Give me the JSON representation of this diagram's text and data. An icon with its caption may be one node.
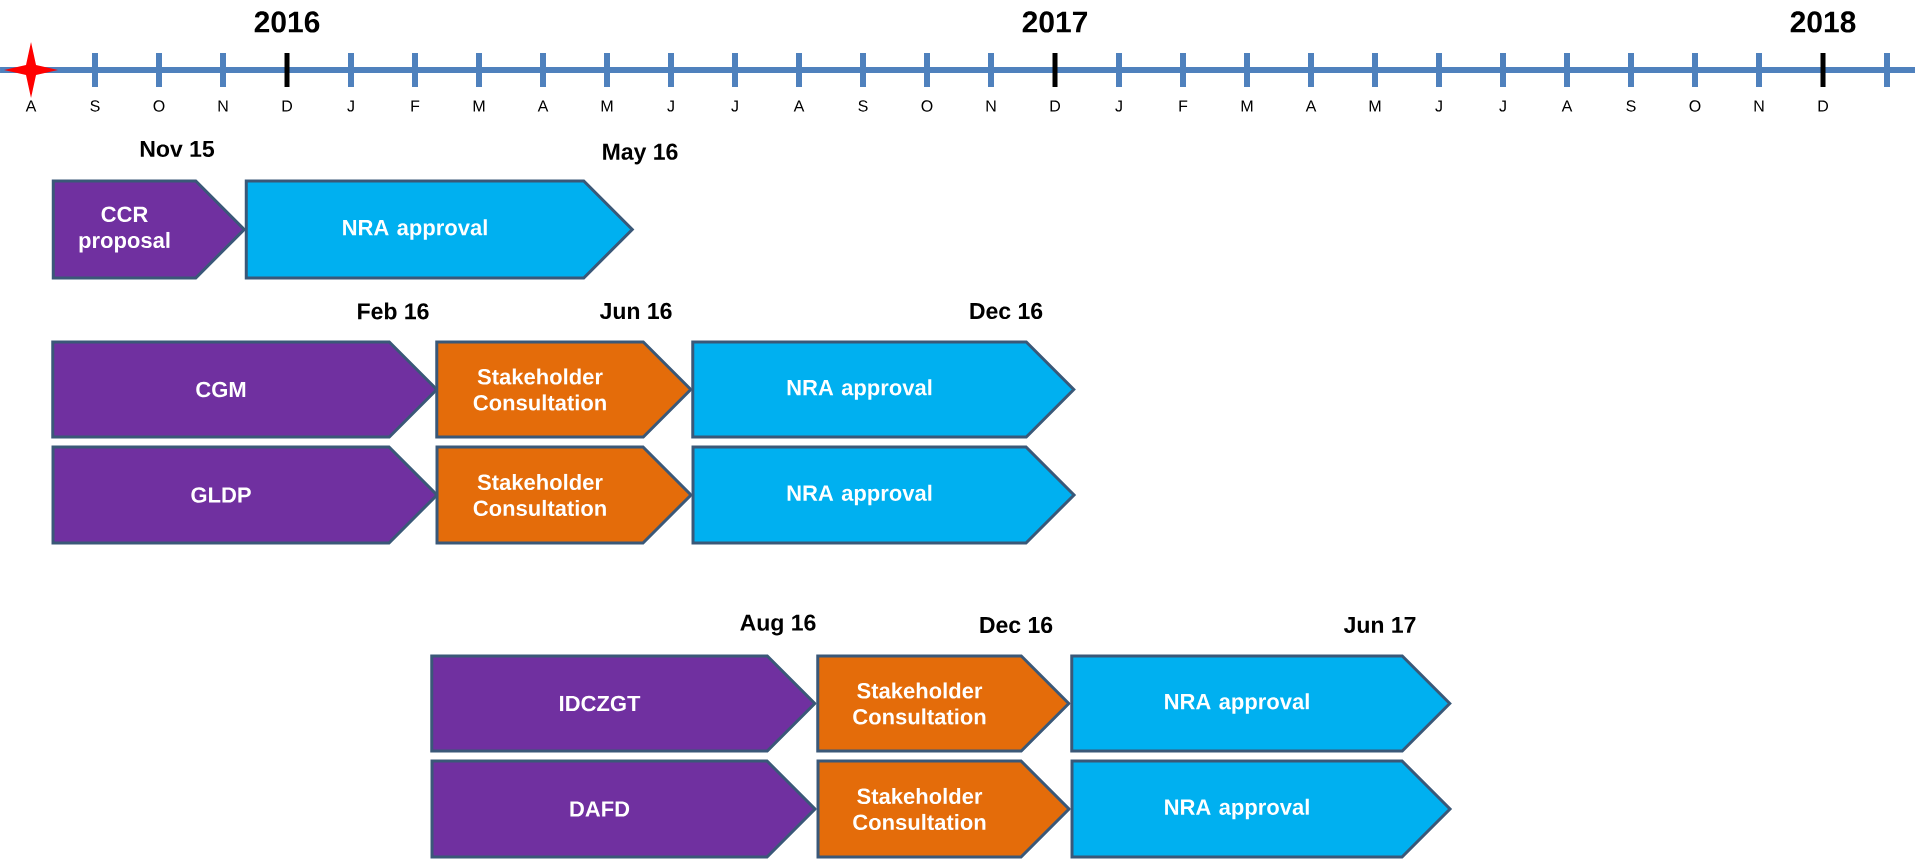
{
  "diagram": {
    "nodes": [
      {
        "text": [
          "CCR proposal"
        ]
      },
      {
        "text": [
          "NRA approval"
        ]
      },
      {
        "text": [
          "CGM"
        ]
      },
      {
        "text": [
          "Stakeholder Consultation"
        ]
      },
      {
        "text": [
          "NRA approval"
        ]
      },
      {
        "text": [
          "GLDP"
        ]
      },
      {
        "text": [
          "Stakeholder Consultation"
        ]
      },
      {
        "text": [
          "NRA approval"
        ]
      },
      {
        "text": [
          "IDCZGT"
        ]
      },
      {
        "text": [
          "Stakeholder Consultation"
        ]
      },
      {
        "text": [
          "NRA approval"
        ]
      },
      {
        "text": [
          "DAFD"
        ]
      },
      {
        "text": [
          "Stakeholder Consultation"
        ]
      },
      {
        "text": [
          "NRA approval"
        ]
      }
    ],
    "labels": [
      "2016",
      "2017",
      "2018",
      "A",
      "S",
      "O",
      "N",
      "D",
      "J",
      "F",
      "M",
      "A",
      "M",
      "J",
      "J",
      "A",
      "S",
      "O",
      "N",
      "D",
      "J",
      "F",
      "M",
      "A",
      "M",
      "J",
      "J",
      "A",
      "S",
      "O",
      "N",
      "D",
      "Nov 15",
      "May 16",
      "Feb 16",
      "Jun 16",
      "Dec 16",
      "Aug 16",
      "Dec 16",
      "Jun 17"
    ]
  }
}
